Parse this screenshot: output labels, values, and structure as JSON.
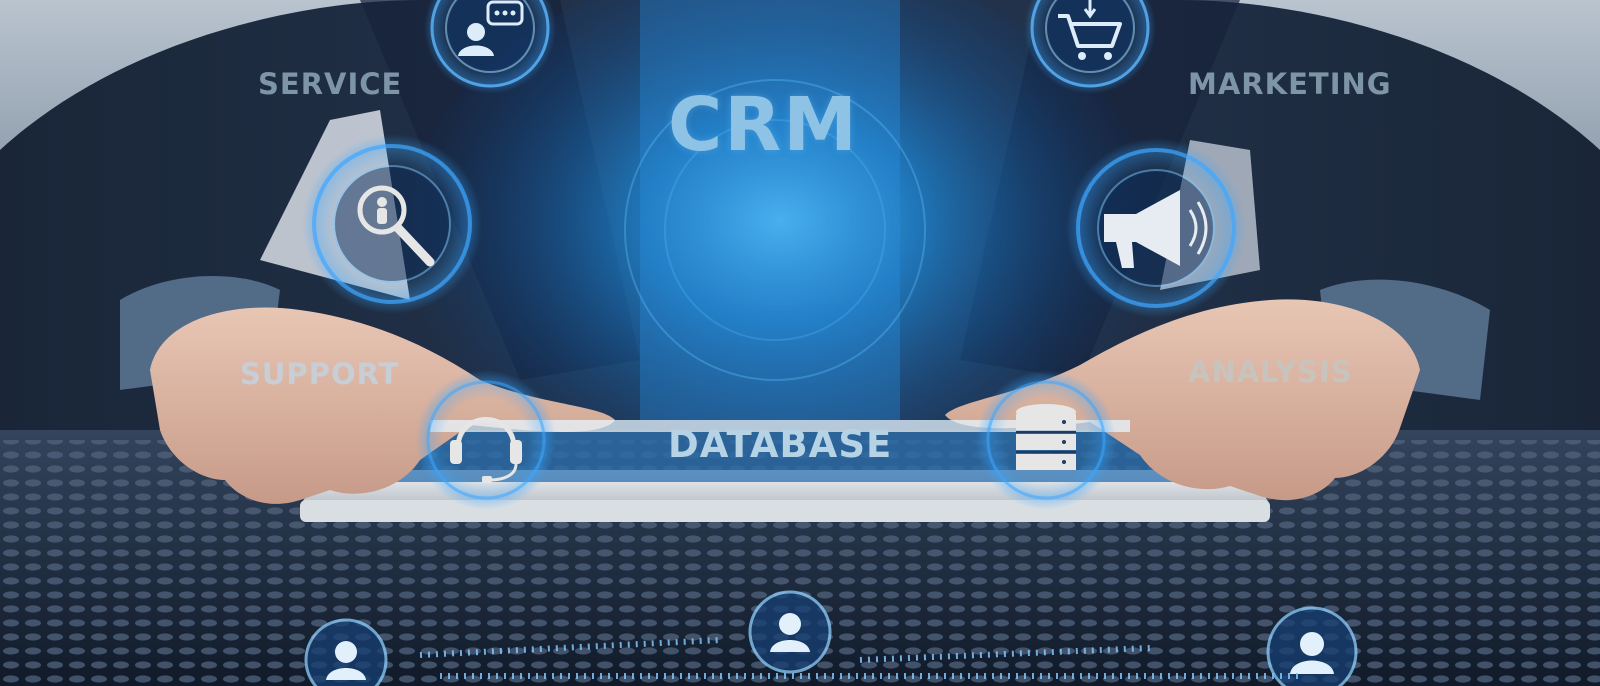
{
  "image": {
    "title_text": "CRM",
    "labels": {
      "service": "SERVICE",
      "marketing": "MARKETING",
      "support": "SUPPORT",
      "analysis": "ANALYSIS",
      "database": "DATABASE"
    },
    "icons": {
      "service": "customer-chat-icon",
      "marketing_top": "shopping-cart-icon",
      "search": "person-search-icon",
      "marketing": "megaphone-icon",
      "support": "headset-icon",
      "analysis": "database-stack-icon",
      "network": "user-profile-icon"
    },
    "colors": {
      "glow": "#2f9ee8",
      "suit": "#1e2e44",
      "desk": "#1b2a3f",
      "label_blue": "#7e95a8",
      "crm_text": "#8fc3e6"
    }
  }
}
